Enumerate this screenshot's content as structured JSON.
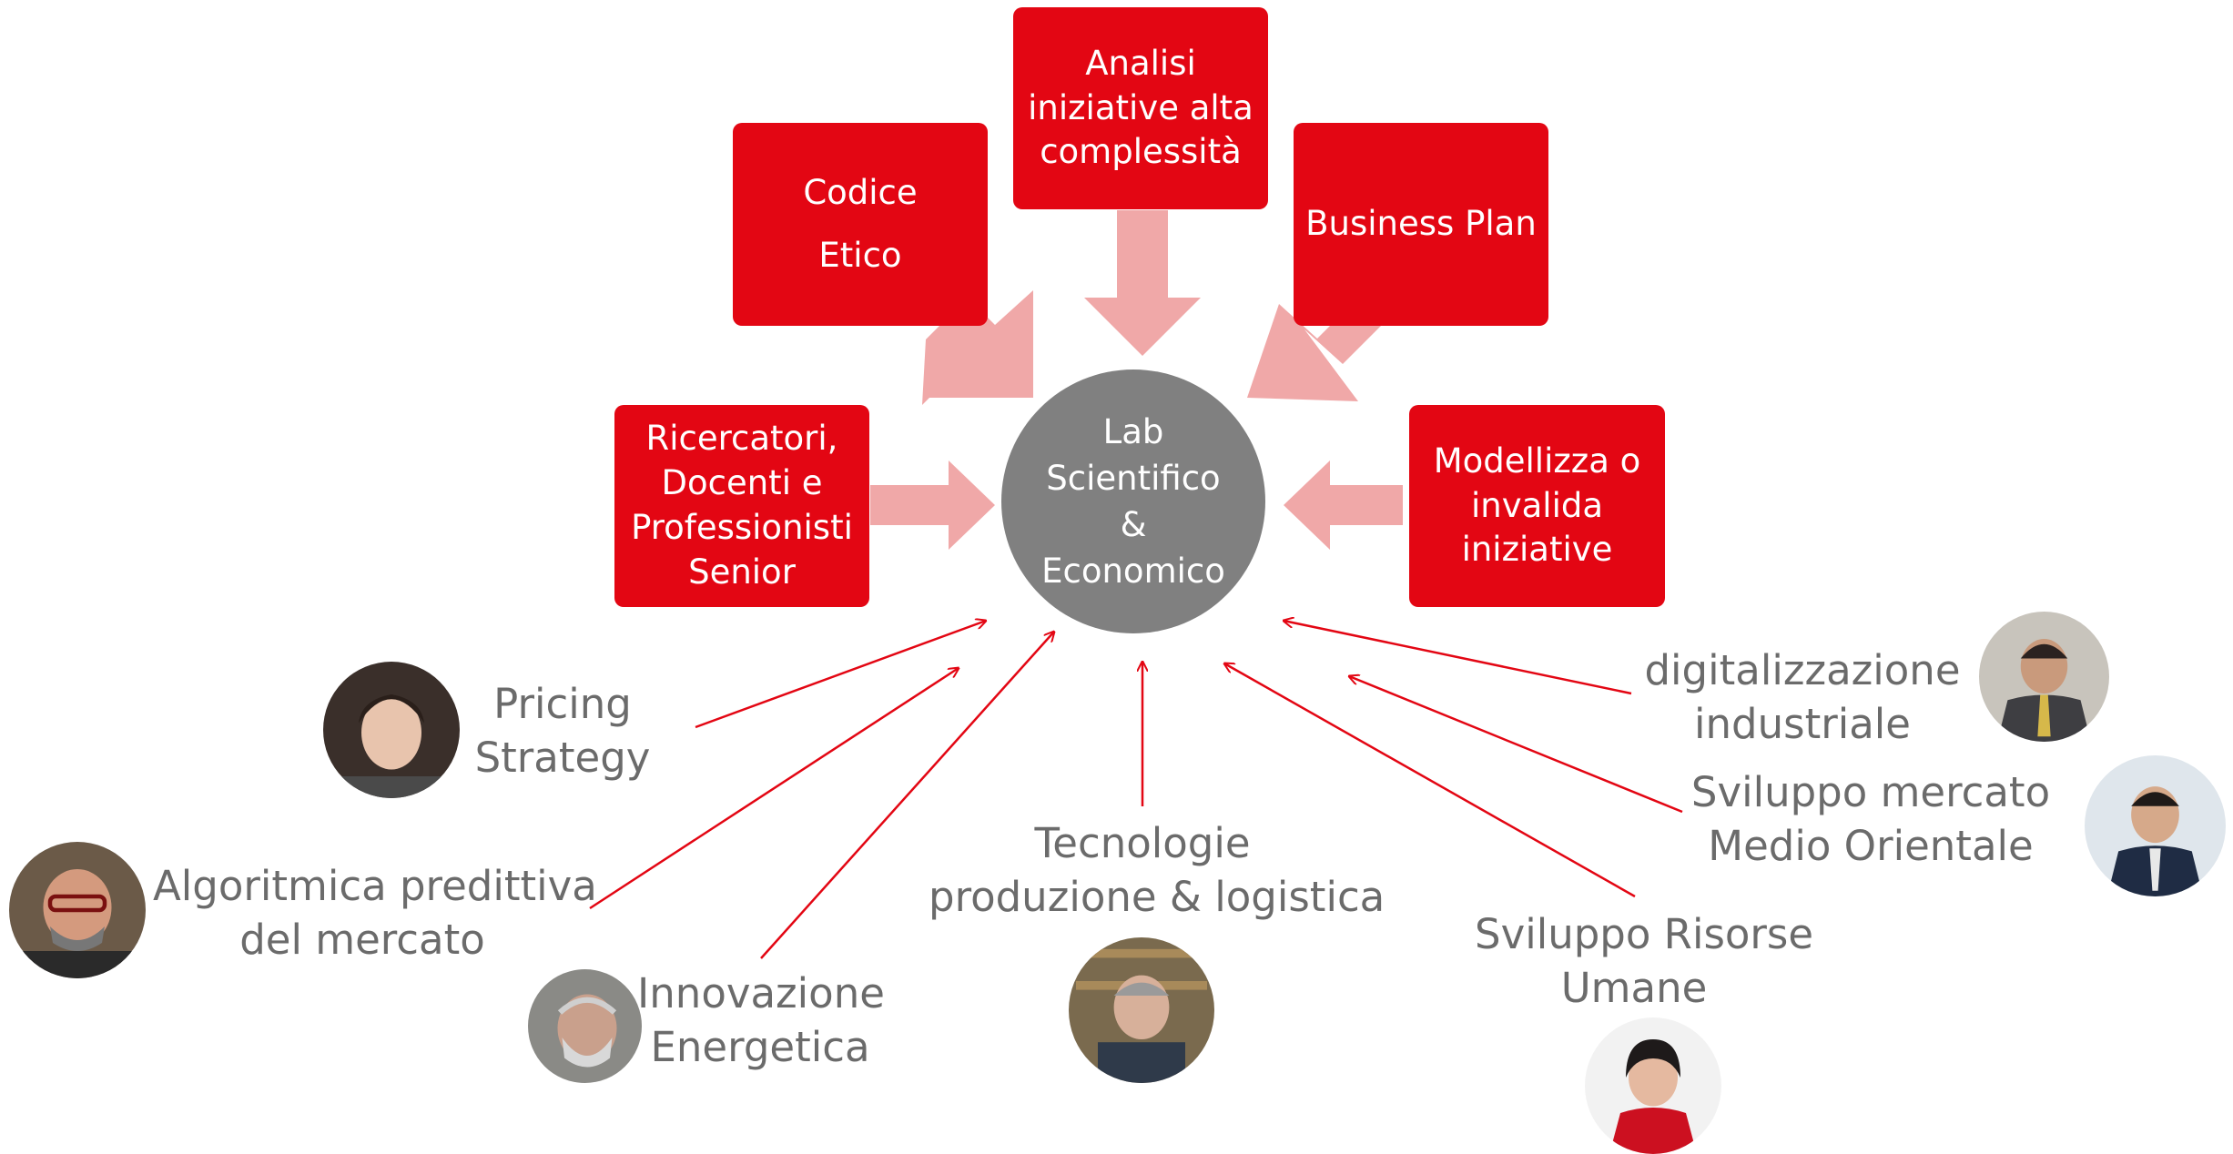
{
  "hub": {
    "lines": [
      "Lab",
      "Scientifico",
      "&",
      "Economico"
    ]
  },
  "inputs": [
    {
      "id": "codice",
      "lines": [
        "Codice",
        "Etico"
      ]
    },
    {
      "id": "analisi",
      "lines": [
        "Analisi",
        "iniziative alta",
        "complessità"
      ]
    },
    {
      "id": "business",
      "lines": [
        "Business Plan"
      ]
    },
    {
      "id": "ricercatori",
      "lines": [
        "Ricercatori,",
        "Docenti e",
        "Professionisti",
        "Senior"
      ]
    },
    {
      "id": "modellizza",
      "lines": [
        "Modellizza o",
        "invalida",
        "iniziative"
      ]
    }
  ],
  "experts": [
    {
      "id": "pricing",
      "lines": [
        "Pricing",
        "Strategy"
      ]
    },
    {
      "id": "algoritmica",
      "lines": [
        "Algoritmica predittiva",
        "del mercato"
      ]
    },
    {
      "id": "innovazione",
      "lines": [
        "Innovazione",
        "Energetica"
      ]
    },
    {
      "id": "tecnologie",
      "lines": [
        "Tecnologie",
        "produzione & logistica"
      ]
    },
    {
      "id": "risorse",
      "lines": [
        "Sviluppo Risorse",
        "Umane"
      ]
    },
    {
      "id": "medio",
      "lines": [
        "Sviluppo  mercato",
        "Medio Orientale"
      ]
    },
    {
      "id": "digitalizzazione",
      "lines": [
        "digitalizzazione",
        "industriale"
      ]
    }
  ],
  "colors": {
    "box_fill": "#e30613",
    "hub_fill": "#808080",
    "block_arrow": "#f0a8a8",
    "line_arrow": "#e30613",
    "topic_text": "#6b6b6b"
  }
}
